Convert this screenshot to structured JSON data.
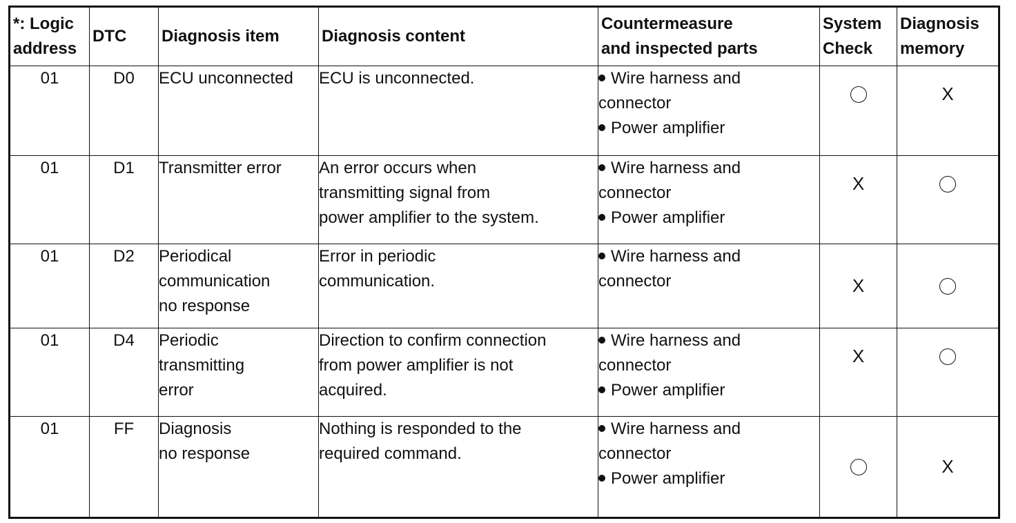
{
  "headers": {
    "logic": [
      "*: Logic",
      "address"
    ],
    "dtc": "DTC",
    "item": "Diagnosis item",
    "content": "Diagnosis content",
    "counter": [
      "Countermeasure",
      "and inspected parts"
    ],
    "system": [
      "System",
      "Check"
    ],
    "memory": [
      "Diagnosis",
      "memory"
    ]
  },
  "rows": [
    {
      "logic": "01",
      "dtc": "D0",
      "item": [
        "ECU unconnected"
      ],
      "content": [
        "ECU is unconnected."
      ],
      "counter": [
        [
          "Wire harness and",
          "connector"
        ],
        [
          "Power amplifier"
        ]
      ],
      "system": "circle",
      "memory": "X"
    },
    {
      "logic": "01",
      "dtc": "D1",
      "item": [
        "Transmitter error"
      ],
      "content": [
        "An error occurs when",
        "transmitting signal from",
        "power amplifier to the system."
      ],
      "counter": [
        [
          "Wire harness and",
          "connector"
        ],
        [
          "Power amplifier"
        ]
      ],
      "system": "X",
      "memory": "circle"
    },
    {
      "logic": "01",
      "dtc": "D2",
      "item": [
        "Periodical",
        "communication",
        "no response"
      ],
      "content": [
        "Error in periodic",
        "communication."
      ],
      "counter": [
        [
          "Wire harness and",
          "connector"
        ]
      ],
      "system": "X",
      "memory": "circle"
    },
    {
      "logic": "01",
      "dtc": "D4",
      "item": [
        "Periodic",
        "transmitting",
        "error"
      ],
      "content": [
        "Direction to confirm connection",
        "from power amplifier is not",
        "acquired."
      ],
      "counter": [
        [
          "Wire harness and",
          "connector"
        ],
        [
          "Power amplifier"
        ]
      ],
      "system": "X",
      "memory": "circle"
    },
    {
      "logic": "01",
      "dtc": "FF",
      "item": [
        "Diagnosis",
        "no response"
      ],
      "content": [
        "Nothing is responded to the",
        "required command."
      ],
      "counter": [
        [
          "Wire harness and",
          "connector"
        ],
        [
          "Power amplifier"
        ]
      ],
      "system": "circle",
      "memory": "X"
    }
  ]
}
